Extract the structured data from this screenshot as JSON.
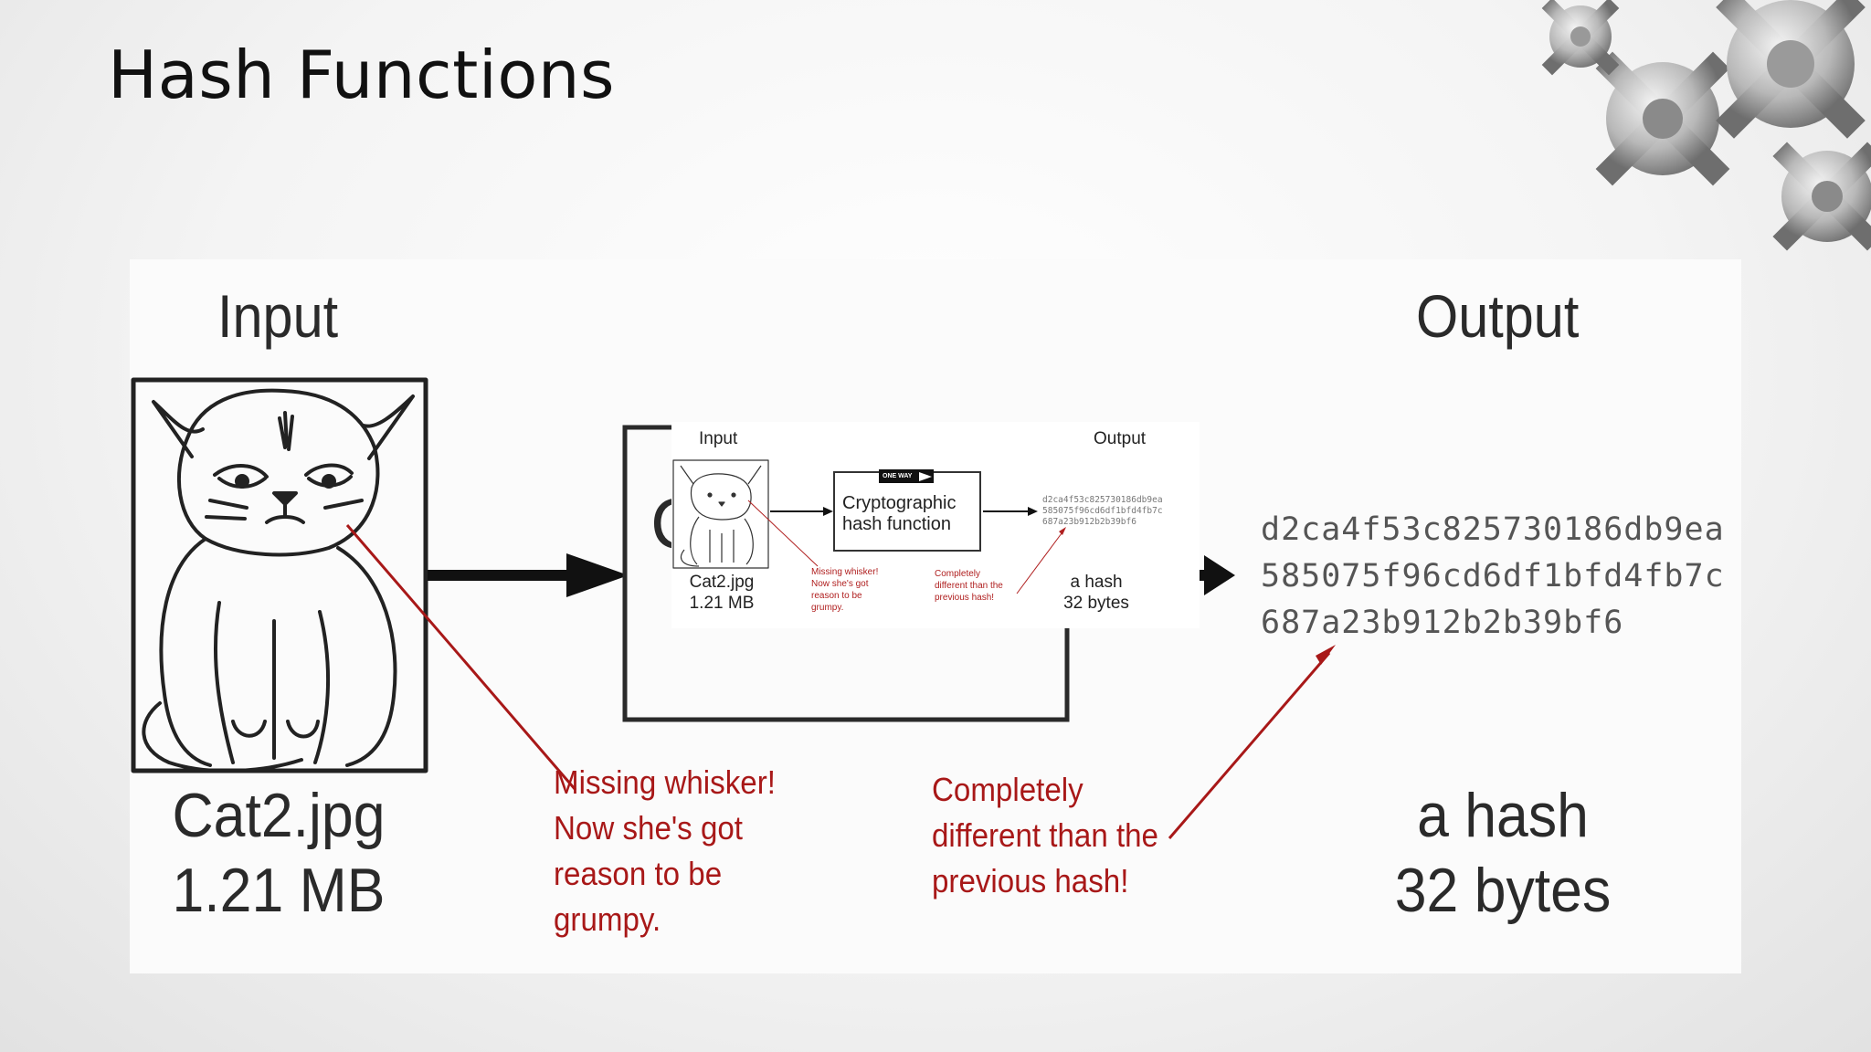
{
  "slide": {
    "title": "Hash Functions"
  },
  "diagram": {
    "input_heading": "Input",
    "output_heading": "Output",
    "input_name": "Cat2.jpg",
    "input_size": "1.21 MB",
    "output_name": "a hash",
    "output_size": "32 bytes",
    "hash_lines": [
      "d2ca4f53c825730186db9ea",
      "585075f96cd6df1bfd4fb7c",
      "687a23b912b2b39bf6"
    ],
    "note_whisker": [
      "Missing whisker!",
      "Now she's got",
      "reason to be",
      "grumpy."
    ],
    "note_different": [
      "Completely",
      "different than the",
      "previous hash!"
    ]
  },
  "inset": {
    "input_heading": "Input",
    "output_heading": "Output",
    "sign_text": "ONE WAY",
    "function_line1": "Cryptographic",
    "function_line2": "hash function",
    "input_name": "Cat2.jpg",
    "input_size": "1.21 MB",
    "output_name": "a hash",
    "output_size": "32 bytes",
    "hash_lines": [
      "d2ca4f53c825730186db9ea",
      "585075f96cd6df1bfd4fb7c",
      "687a23b912b2b39bf6"
    ],
    "note_whisker": [
      "Missing whisker!",
      "Now she's got",
      "reason to be",
      "grumpy."
    ],
    "note_different": [
      "Completely",
      "different than the",
      "previous hash!"
    ]
  },
  "colors": {
    "note_red": "#a81818",
    "text_dark": "#2a2a2a"
  }
}
